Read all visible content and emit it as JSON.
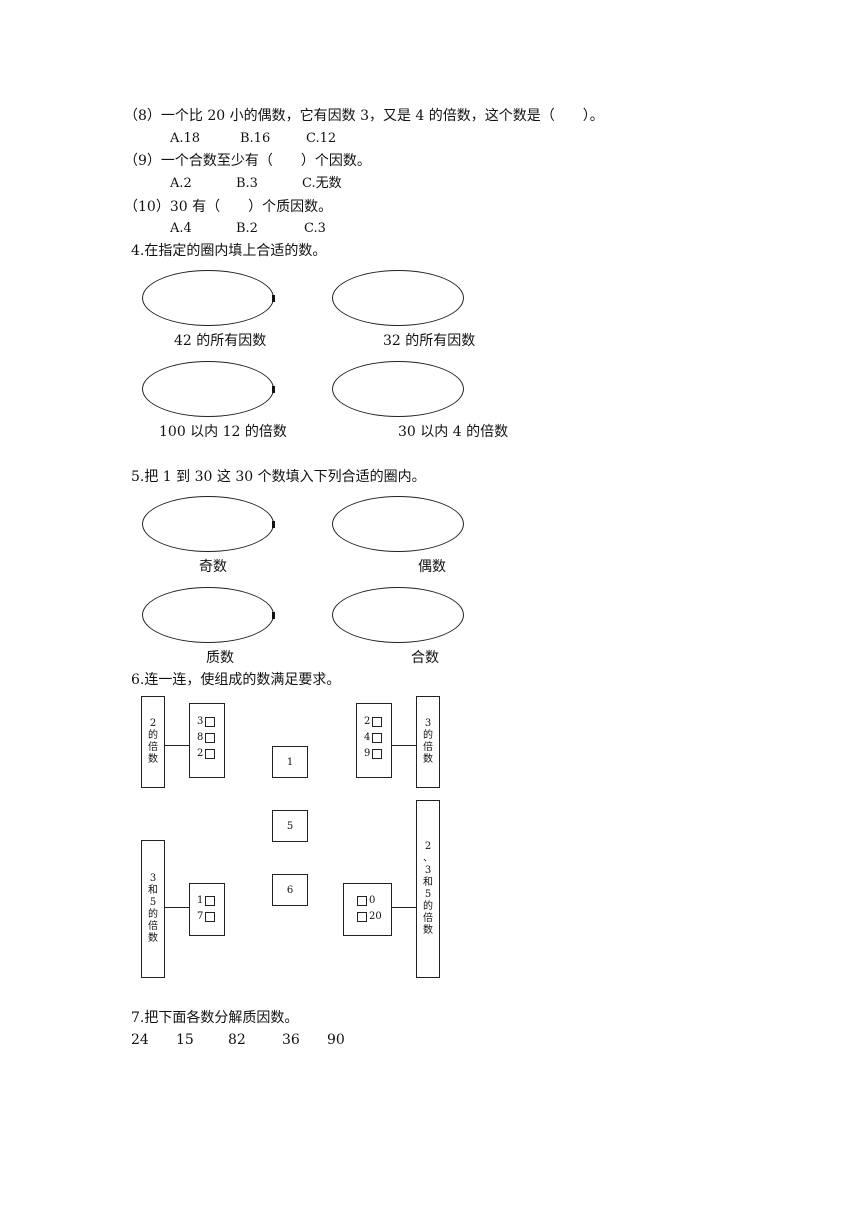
{
  "q8": {
    "text": "（8）一个比 20 小的偶数，它有因数 3，又是 4 的倍数，这个数是（　　）。",
    "options": [
      "A.18",
      "B.16",
      "C.12"
    ]
  },
  "q9": {
    "text": "（9）一个合数至少有（　　）个因数。",
    "options": [
      "A.2",
      "B.3",
      "C.无数"
    ]
  },
  "q10": {
    "text": "（10）30 有（　　）个质因数。",
    "options": [
      "A.4",
      "B.2",
      "C.3"
    ]
  },
  "section4": {
    "title": "4.在指定的圈内填上合适的数。",
    "captions": [
      "42 的所有因数",
      "32 的所有因数",
      "100 以内 12 的倍数",
      "30 以内 4 的倍数"
    ]
  },
  "section5": {
    "title": "5.把 1 到 30 这 30 个数填入下列合适的圈内。",
    "captions": [
      "奇数",
      "偶数",
      "质数",
      "合数"
    ]
  },
  "section6": {
    "title": "6.连一连，使组成的数满足要求。",
    "labels": {
      "multiple_of_2": [
        "2",
        "的",
        "倍",
        "数"
      ],
      "multiple_of_3": [
        "3",
        "的",
        "倍",
        "数"
      ],
      "multiple_of_3_and_5": [
        "3",
        "和",
        "5",
        "的",
        "倍",
        "数"
      ],
      "multiple_of_2_3_5": [
        "2",
        "、",
        "3",
        "和",
        "5",
        "的",
        "倍",
        "数"
      ]
    },
    "left_top_digits": [
      "3",
      "8",
      "2"
    ],
    "right_top_digits": [
      "2",
      "4",
      "9"
    ],
    "left_bottom_digits": [
      "1",
      "7"
    ],
    "right_bottom_suffixes": [
      "0",
      "20"
    ],
    "center_numbers": [
      "1",
      "5",
      "6"
    ]
  },
  "section7": {
    "title": "7.把下面各数分解质因数。",
    "numbers": [
      "24",
      "15",
      "82",
      "36",
      "90"
    ]
  }
}
